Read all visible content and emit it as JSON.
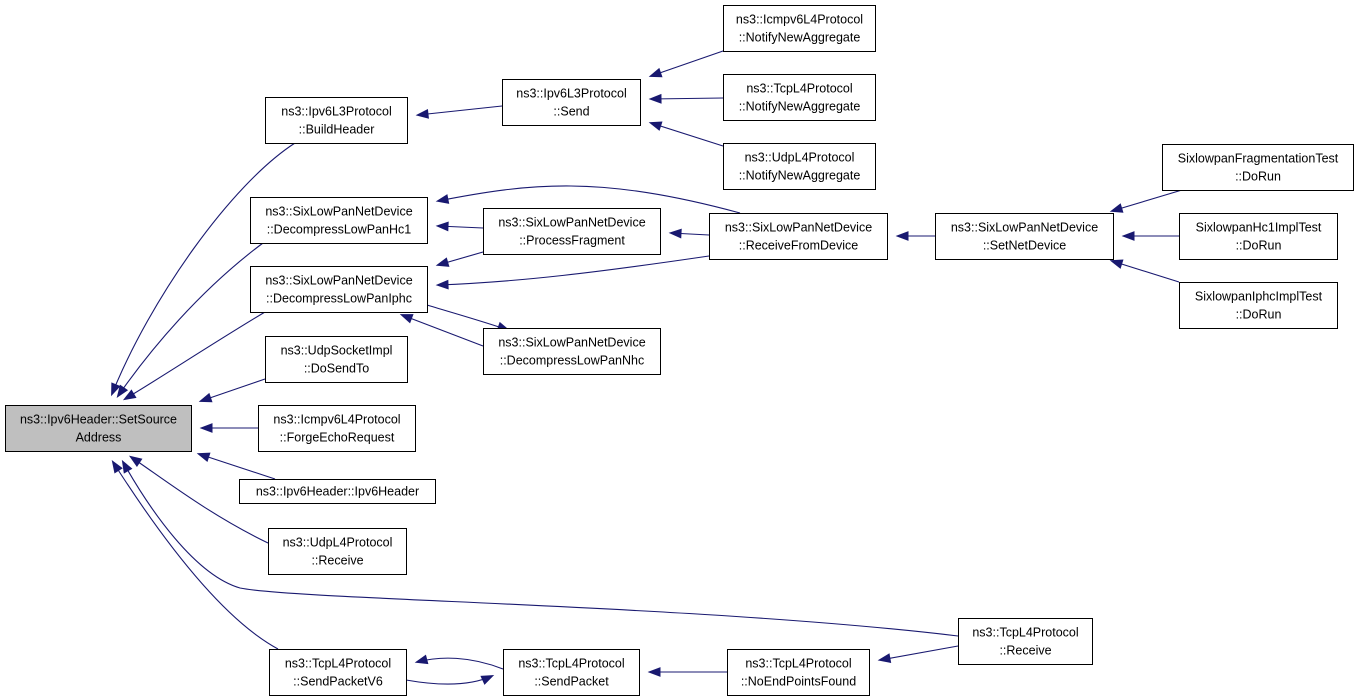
{
  "graph": {
    "nodes": [
      {
        "id": "root",
        "lines": [
          "ns3::Ipv6Header::SetSource",
          "Address"
        ],
        "root": true
      },
      {
        "id": "buildheader",
        "lines": [
          "ns3::Ipv6L3Protocol",
          "::BuildHeader"
        ]
      },
      {
        "id": "l3send",
        "lines": [
          "ns3::Ipv6L3Protocol",
          "::Send"
        ]
      },
      {
        "id": "icmpagg",
        "lines": [
          "ns3::Icmpv6L4Protocol",
          "::NotifyNewAggregate"
        ]
      },
      {
        "id": "tcpagg",
        "lines": [
          "ns3::TcpL4Protocol",
          "::NotifyNewAggregate"
        ]
      },
      {
        "id": "udpagg",
        "lines": [
          "ns3::UdpL4Protocol",
          "::NotifyNewAggregate"
        ]
      },
      {
        "id": "dechc1",
        "lines": [
          "ns3::SixLowPanNetDevice",
          "::DecompressLowPanHc1"
        ]
      },
      {
        "id": "procfrag",
        "lines": [
          "ns3::SixLowPanNetDevice",
          "::ProcessFragment"
        ]
      },
      {
        "id": "recvdev",
        "lines": [
          "ns3::SixLowPanNetDevice",
          "::ReceiveFromDevice"
        ]
      },
      {
        "id": "setnetdev",
        "lines": [
          "ns3::SixLowPanNetDevice",
          "::SetNetDevice"
        ]
      },
      {
        "id": "fragtest",
        "lines": [
          "SixlowpanFragmentationTest",
          "::DoRun"
        ]
      },
      {
        "id": "hc1test",
        "lines": [
          "SixlowpanHc1ImplTest",
          "::DoRun"
        ]
      },
      {
        "id": "iphctest",
        "lines": [
          "SixlowpanIphcImplTest",
          "::DoRun"
        ]
      },
      {
        "id": "deciphc",
        "lines": [
          "ns3::SixLowPanNetDevice",
          "::DecompressLowPanIphc"
        ]
      },
      {
        "id": "decnhc",
        "lines": [
          "ns3::SixLowPanNetDevice",
          "::DecompressLowPanNhc"
        ]
      },
      {
        "id": "udpsock",
        "lines": [
          "ns3::UdpSocketImpl",
          "::DoSendTo"
        ]
      },
      {
        "id": "forgeecho",
        "lines": [
          "ns3::Icmpv6L4Protocol",
          "::ForgeEchoRequest"
        ]
      },
      {
        "id": "ipv6hdr",
        "lines": [
          "ns3::Ipv6Header::Ipv6Header"
        ]
      },
      {
        "id": "udprecv",
        "lines": [
          "ns3::UdpL4Protocol",
          "::Receive"
        ]
      },
      {
        "id": "tcprecv",
        "lines": [
          "ns3::TcpL4Protocol",
          "::Receive"
        ]
      },
      {
        "id": "sendv6",
        "lines": [
          "ns3::TcpL4Protocol",
          "::SendPacketV6"
        ]
      },
      {
        "id": "sendpkt",
        "lines": [
          "ns3::TcpL4Protocol",
          "::SendPacket"
        ]
      },
      {
        "id": "noend",
        "lines": [
          "ns3::TcpL4Protocol",
          "::NoEndPointsFound"
        ]
      }
    ],
    "edges": [
      {
        "from": "buildheader",
        "to": "root"
      },
      {
        "from": "l3send",
        "to": "buildheader"
      },
      {
        "from": "icmpagg",
        "to": "l3send"
      },
      {
        "from": "tcpagg",
        "to": "l3send"
      },
      {
        "from": "udpagg",
        "to": "l3send"
      },
      {
        "from": "dechc1",
        "to": "root"
      },
      {
        "from": "procfrag",
        "to": "dechc1"
      },
      {
        "from": "recvdev",
        "to": "dechc1"
      },
      {
        "from": "recvdev",
        "to": "procfrag"
      },
      {
        "from": "setnetdev",
        "to": "recvdev"
      },
      {
        "from": "fragtest",
        "to": "setnetdev"
      },
      {
        "from": "hc1test",
        "to": "setnetdev"
      },
      {
        "from": "iphctest",
        "to": "setnetdev"
      },
      {
        "from": "deciphc",
        "to": "root"
      },
      {
        "from": "procfrag",
        "to": "deciphc"
      },
      {
        "from": "recvdev",
        "to": "deciphc"
      },
      {
        "from": "decnhc",
        "to": "deciphc"
      },
      {
        "from": "deciphc",
        "to": "decnhc"
      },
      {
        "from": "udpsock",
        "to": "root"
      },
      {
        "from": "forgeecho",
        "to": "root"
      },
      {
        "from": "ipv6hdr",
        "to": "root"
      },
      {
        "from": "udprecv",
        "to": "root"
      },
      {
        "from": "tcprecv",
        "to": "root"
      },
      {
        "from": "sendv6",
        "to": "root"
      },
      {
        "from": "sendpkt",
        "to": "sendv6"
      },
      {
        "from": "sendv6",
        "to": "sendpkt"
      },
      {
        "from": "noend",
        "to": "sendpkt"
      },
      {
        "from": "tcprecv",
        "to": "noend"
      }
    ]
  },
  "colors": {
    "edge": "#191970",
    "root_fill": "#bfbfbf",
    "node_fill": "#ffffff",
    "node_stroke": "#000000"
  }
}
